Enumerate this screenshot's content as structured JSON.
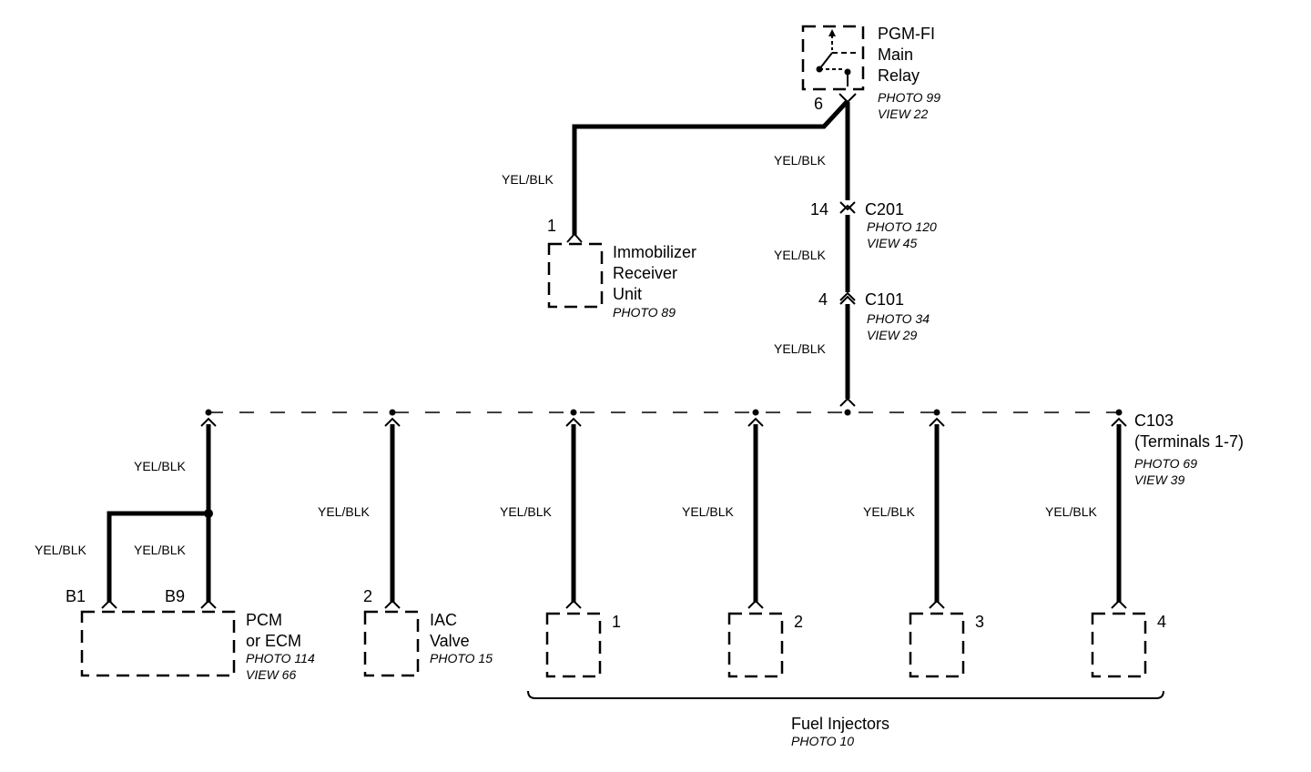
{
  "relay": {
    "name_line1": "PGM-FI",
    "name_line2": "Main",
    "name_line3": "Relay",
    "photo": "PHOTO 99",
    "view": "VIEW 22",
    "pin": "6"
  },
  "immobilizer": {
    "line1": "Immobilizer",
    "line2": "Receiver",
    "line3": "Unit",
    "photo": "PHOTO 89",
    "pin": "1",
    "wire": "YEL/BLK"
  },
  "trunk": {
    "wire1": "YEL/BLK",
    "wire2": "YEL/BLK",
    "wire3": "YEL/BLK"
  },
  "c201": {
    "name": "C201",
    "pin": "14",
    "photo": "PHOTO 120",
    "view": "VIEW 45"
  },
  "c101": {
    "name": "C101",
    "pin": "4",
    "photo": "PHOTO 34",
    "view": "VIEW 29"
  },
  "c103": {
    "name": "C103",
    "terminals": "(Terminals 1-7)",
    "photo": "PHOTO 69",
    "view": "VIEW 39"
  },
  "pcm": {
    "line1": "PCM",
    "line2": "or ECM",
    "photo": "PHOTO 114",
    "view": "VIEW 66",
    "pin_b1": "B1",
    "pin_b9": "B9",
    "wire_main": "YEL/BLK",
    "wire_b1": "YEL/BLK",
    "wire_b9": "YEL/BLK"
  },
  "iac": {
    "line1": "IAC",
    "line2": "Valve",
    "photo": "PHOTO 15",
    "pin": "2",
    "wire": "YEL/BLK"
  },
  "injectors": {
    "title": "Fuel Injectors",
    "photo": "PHOTO 10",
    "items": [
      {
        "num": "1",
        "wire": "YEL/BLK"
      },
      {
        "num": "2",
        "wire": "YEL/BLK"
      },
      {
        "num": "3",
        "wire": "YEL/BLK"
      },
      {
        "num": "4",
        "wire": "YEL/BLK"
      }
    ]
  }
}
